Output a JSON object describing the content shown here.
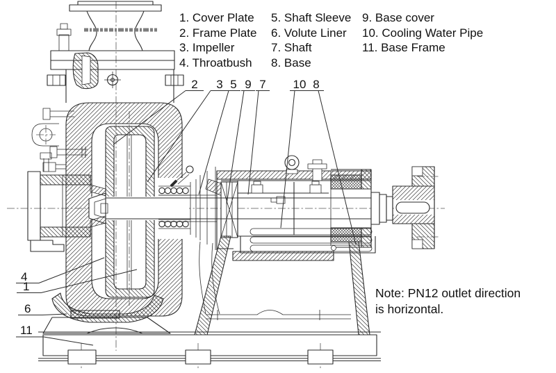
{
  "legend": {
    "columns": [
      {
        "items": [
          "1. Cover Plate",
          "2. Frame Plate",
          "3. Impeller",
          "4. Throatbush"
        ]
      },
      {
        "items": [
          "5. Shaft Sleeve",
          "6. Volute Liner",
          "7. Shaft",
          "8. Base"
        ]
      },
      {
        "items": [
          "9. Base cover",
          "10. Cooling Water Pipe",
          "11. Base Frame"
        ]
      }
    ]
  },
  "note": {
    "lines": [
      "Note: PN12 outlet direction",
      "is horizontal."
    ]
  },
  "callouts": {
    "top": [
      {
        "label": "2"
      },
      {
        "label": "3"
      },
      {
        "label": "5"
      },
      {
        "label": "9"
      },
      {
        "label": "7"
      },
      {
        "label": "10"
      },
      {
        "label": "8"
      }
    ],
    "left": [
      {
        "label": "4"
      },
      {
        "label": "1"
      },
      {
        "label": "6"
      },
      {
        "label": "11"
      }
    ]
  },
  "colors": {
    "ink": "#2b2b2b",
    "paper": "#ffffff"
  }
}
